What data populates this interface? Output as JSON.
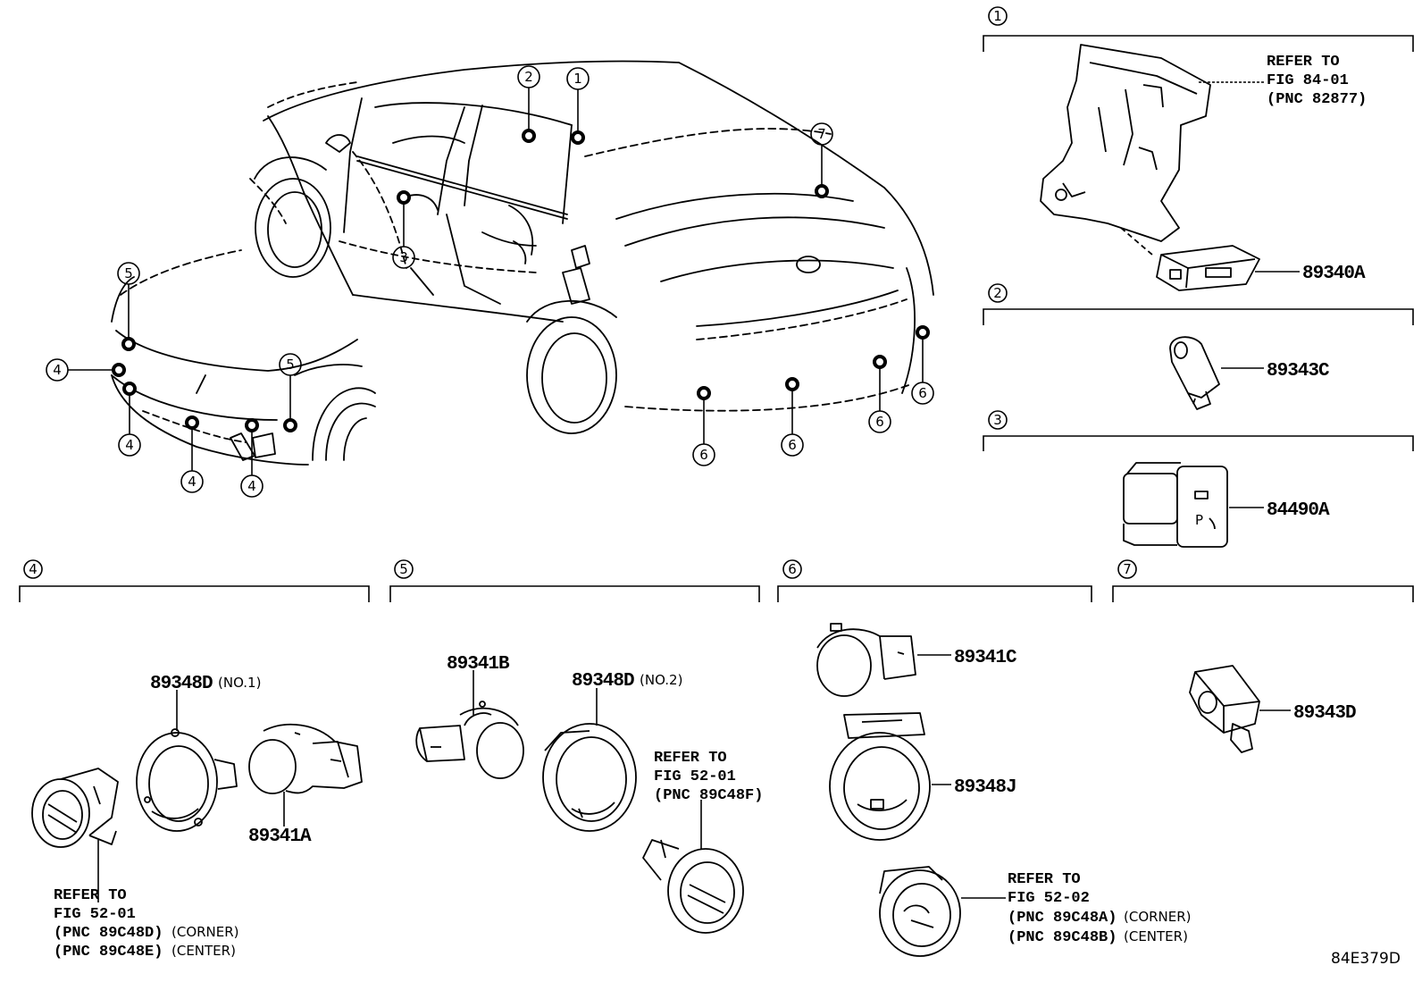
{
  "sections": [
    {
      "num": "1"
    },
    {
      "num": "2"
    },
    {
      "num": "3"
    },
    {
      "num": "4"
    },
    {
      "num": "5"
    },
    {
      "num": "6"
    },
    {
      "num": "7"
    }
  ],
  "parts": {
    "p89340A": "89340A",
    "p89343C": "89343C",
    "p84490A": "84490A",
    "p89348D_1": "89348D",
    "p89348D_1_note": "(NO.1)",
    "p89341A": "89341A",
    "p89341B": "89341B",
    "p89348D_2": "89348D",
    "p89348D_2_note": "(NO.2)",
    "p89341C": "89341C",
    "p89348J": "89348J",
    "p89343D": "89343D"
  },
  "refs": {
    "s1": [
      "REFER TO",
      "FIG 84-01",
      "(PNC 82877)"
    ],
    "s4": [
      "REFER TO",
      "FIG 52-01"
    ],
    "s4_pnc1": "(PNC 89C48D)",
    "s4_pnc1_note": "(CORNER)",
    "s4_pnc2": "(PNC 89C48E)",
    "s4_pnc2_note": "(CENTER)",
    "s5": [
      "REFER TO",
      "FIG 52-01",
      "(PNC 89C48F)"
    ],
    "s6": [
      "REFER TO",
      "FIG 52-02"
    ],
    "s6_pnc1": "(PNC 89C48A)",
    "s6_pnc1_note": "(CORNER)",
    "s6_pnc2": "(PNC 89C48B)",
    "s6_pnc2_note": "(CENTER)"
  },
  "car_callouts": {
    "c1": "1",
    "c2": "2",
    "c3": "3",
    "c5a": "5",
    "c5b": "5",
    "c4a": "4",
    "c4b": "4",
    "c4c": "4",
    "c4d": "4",
    "c6a": "6",
    "c6b": "6",
    "c6c": "6",
    "c6d": "6",
    "c7": "7"
  },
  "diagram_code": "84E379D"
}
